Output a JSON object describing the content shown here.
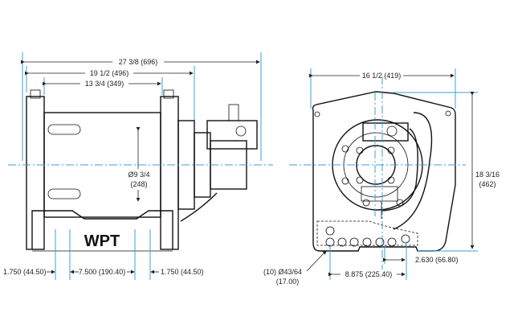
{
  "brand": "WPT",
  "colors": {
    "dimension_line": "#3aa0d8",
    "outline": "#111111"
  },
  "side_view": {
    "overall_length": "27 3/8 (696)",
    "flange_length": "19 1/2 (496)",
    "drum_length": "13 3/4 (349)",
    "drum_diameter_1": "Ø9 3/4",
    "drum_diameter_2": "(248)",
    "foot_left": "1.750 (44.50)",
    "foot_spacing": "7.500 (190.40)",
    "foot_right": "1.750 (44.50)"
  },
  "end_view": {
    "width": "16 1/2 (419)",
    "height_1": "18 3/16",
    "height_2": "(462)",
    "hole_offset": "2.630 (66.80)",
    "hole_spacing": "8.875 (225.40)",
    "holes_1": "(10) Ø43/64",
    "holes_2": "(17.00)"
  }
}
